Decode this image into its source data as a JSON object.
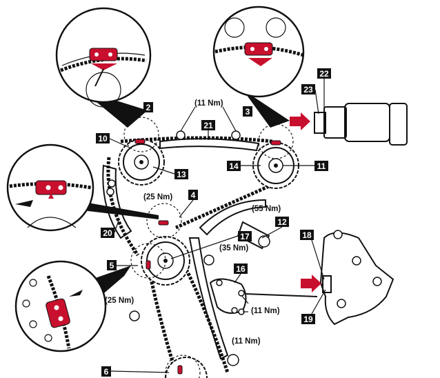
{
  "accent_color": "#c8102e",
  "callouts": {
    "c2": "2",
    "c3": "3",
    "c4": "4",
    "c5": "5",
    "c6": "6",
    "c10": "10",
    "c11": "11",
    "c12": "12",
    "c13": "13",
    "c14": "14",
    "c16": "16",
    "c17": "17",
    "c18": "18",
    "c19": "19",
    "c20": "20",
    "c21": "21",
    "c22": "22",
    "c23": "23"
  },
  "torque": {
    "guide_upper": "(11 Nm)",
    "tensioner_pivot": "(25 Nm)",
    "tensioner_bolt": "(55 Nm)",
    "idler": "(35 Nm)",
    "left_lower": "(25 Nm)",
    "guide_right": "(11 Nm)",
    "lower_right": "(11 Nm)"
  }
}
